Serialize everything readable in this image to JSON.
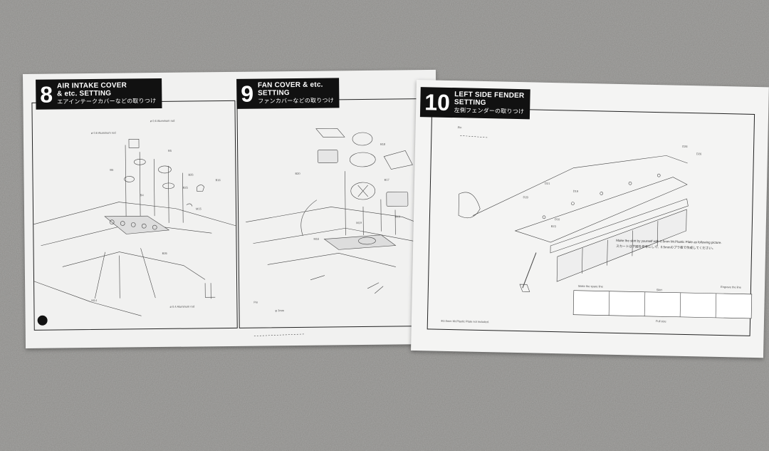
{
  "steps": [
    {
      "number": "8",
      "title_line1": "AIR INTAKE COVER",
      "title_line2": "& etc. SETTING",
      "title_jp": "エアインテークカバーなどの取りつけ",
      "labels": [
        "ø 0.6 Aluminum rod",
        "ø 0.6 Aluminum rod",
        "B5",
        "B6",
        "B26",
        "B25",
        "B16",
        "M15",
        "M14",
        "B4",
        "B26",
        "ø 0.4 Aluminum rod"
      ]
    },
    {
      "number": "9",
      "title_line1": "FAN COVER & etc.",
      "title_line2": "SETTING",
      "title_jp": "ファンカバーなどの取りつけ",
      "labels": [
        "B18",
        "B17",
        "B19",
        "B20",
        "M16",
        "M19",
        "Pin",
        "φ 3mm"
      ]
    },
    {
      "number": "10",
      "title_line1": "LEFT SIDE FENDER",
      "title_line2": "SETTING",
      "title_jp": "左側フェンダーの取りつけ",
      "labels": [
        "Pin",
        "D28",
        "D26",
        "D21",
        "D20",
        "D19",
        "D10",
        "B23"
      ],
      "instruction": "Make the skirt by yourself with 0.5mm Mr.Plastic Plate as following picture.",
      "instruction_jp": "スカートは下図を参考にして、0.5mmのプラ板で作成してください。",
      "skirt_labels": {
        "left": "Make the spare line",
        "center": "Skirt",
        "right": "Engrave the line",
        "bottom": "Full size"
      },
      "footnote": "※0.5mm Mr.Plastic Plate not included."
    }
  ]
}
